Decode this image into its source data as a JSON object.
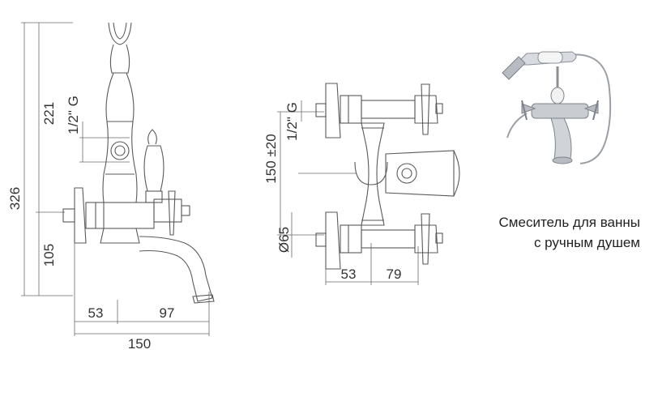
{
  "side_view": {
    "dim_total_height": "326",
    "dim_upper_height": "221",
    "dim_thread": "1/2\" G",
    "dim_lower_height": "105",
    "dim_left_offset": "53",
    "dim_spout_reach": "97",
    "dim_total_width": "150"
  },
  "front_view": {
    "dim_thread": "1/2\" G",
    "dim_center_distance": "150 ±20",
    "dim_flange_diameter": "Ø65",
    "dim_left_offset": "53",
    "dim_right_offset": "79"
  },
  "caption": {
    "line1": "Смеситель для ванны",
    "line2": "с ручным душем"
  },
  "colors": {
    "line": "#5a5a5a",
    "text": "#333333",
    "chrome": "#b8bcc2"
  }
}
